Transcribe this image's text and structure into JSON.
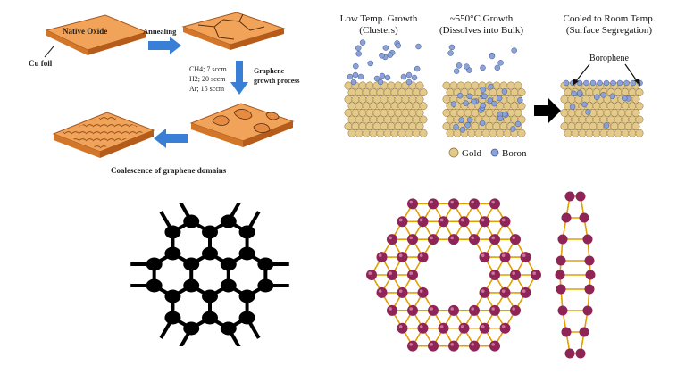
{
  "cvd": {
    "native_oxide": "Native Oxide",
    "cu_foil": "Cu foil",
    "annealing": "Annealing",
    "gas_lines": [
      "CH4; 7 sccm",
      "H2; 20 sccm",
      "Ar; 15 sccm"
    ],
    "graphene_process_lines": [
      "Graphene",
      "growth process"
    ],
    "coalescence": "Coalescence of graphene domains",
    "colors": {
      "foil_top": "#f2a35a",
      "foil_side": "#c8641e",
      "arrow": "#3a7fd6"
    }
  },
  "borophene_growth": {
    "stages": [
      {
        "title": "Low Temp. Growth",
        "subtitle": "(Clusters)"
      },
      {
        "title": "~550°C Growth",
        "subtitle": "(Dissolves into Bulk)"
      },
      {
        "title": "Cooled to Room Temp.",
        "subtitle": "(Surface Segregation)"
      }
    ],
    "borophene_label": "Borophene",
    "legend": [
      {
        "label": "Gold",
        "color": "#e3c98a"
      },
      {
        "label": "Boron",
        "color": "#8aa2d8"
      }
    ]
  },
  "graphene_lattice": {
    "color": "#000000"
  },
  "borophene_model": {
    "atom_color": "#8e2556",
    "bond_color": "#e0a000"
  }
}
